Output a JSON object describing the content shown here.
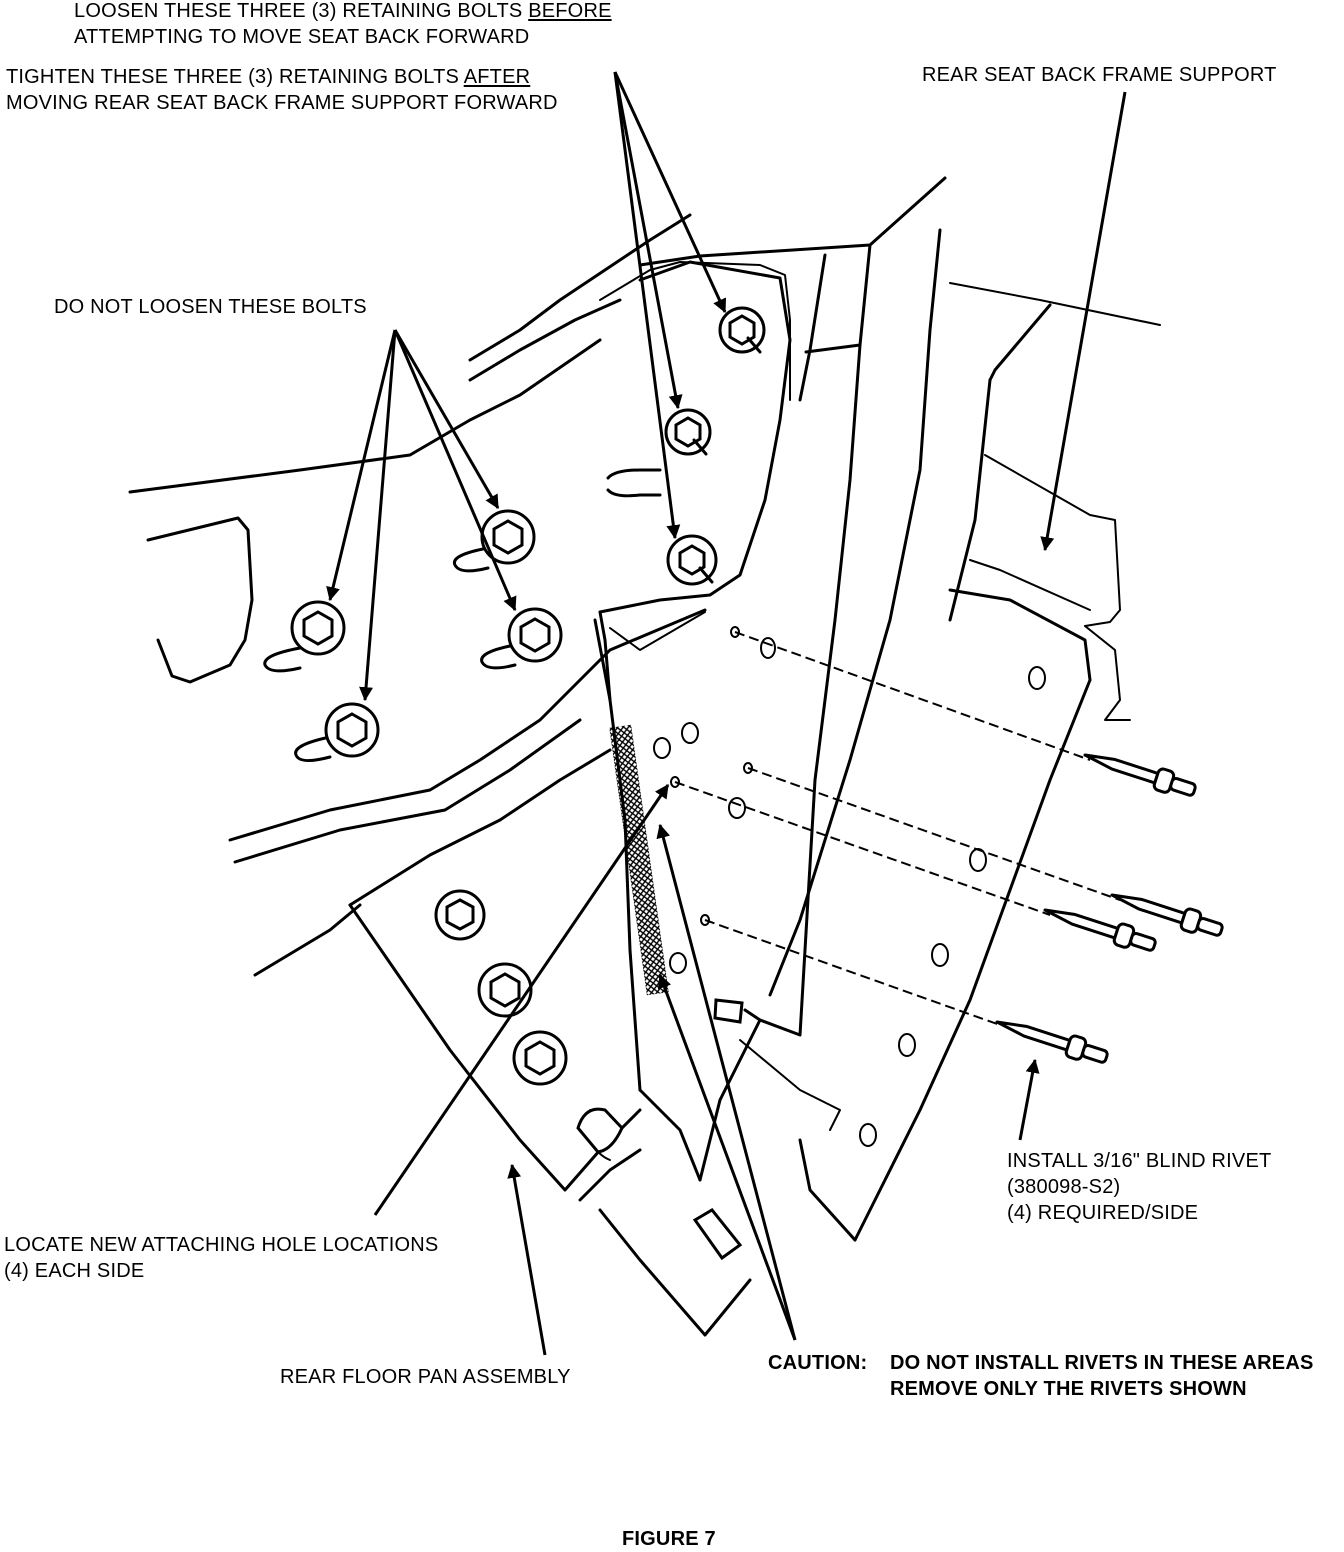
{
  "labels": {
    "loosen_line1_pre": "LOOSEN THESE THREE (3) RETAINING BOLTS ",
    "loosen_line1_emph": "BEFORE",
    "loosen_line2": "ATTEMPTING TO MOVE SEAT BACK FORWARD",
    "tighten_line1_pre": "TIGHTEN THESE THREE (3) RETAINING BOLTS ",
    "tighten_line1_emph": "AFTER",
    "tighten_line2": "MOVING REAR SEAT BACK FRAME SUPPORT FORWARD",
    "frame_support": "REAR SEAT BACK FRAME SUPPORT",
    "do_not_loosen": "DO NOT LOOSEN THESE BOLTS",
    "rivet_line1": "INSTALL 3/16\" BLIND RIVET",
    "rivet_line2": "(380098-S2)",
    "rivet_line3": "(4) REQUIRED/SIDE",
    "locate_line1": "LOCATE NEW ATTACHING HOLE LOCATIONS",
    "locate_line2": "(4) EACH SIDE",
    "floor_pan": "REAR FLOOR PAN ASSEMBLY",
    "caution_prefix": "CAUTION:",
    "caution_line1": "DO NOT INSTALL RIVETS IN THESE AREAS",
    "caution_line2": "REMOVE ONLY THE RIVETS SHOWN",
    "figure_caption": "FIGURE 7"
  }
}
